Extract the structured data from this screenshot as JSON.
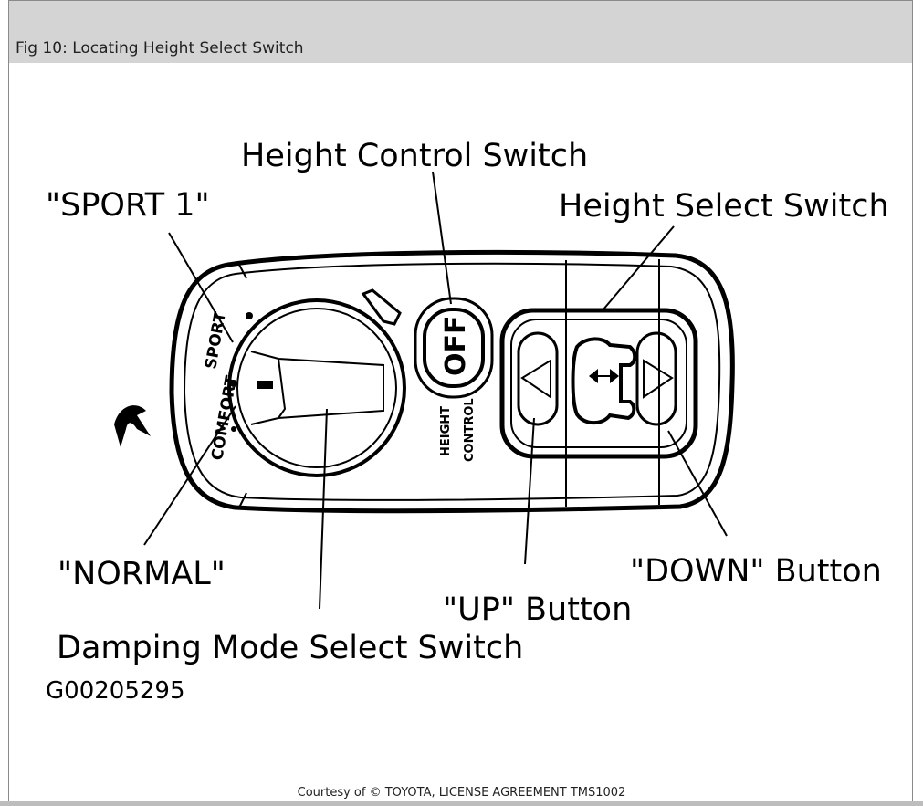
{
  "figure": {
    "title": "Fig 10: Locating Height Select Switch",
    "code": "G00205295",
    "courtesy": "Courtesy of © TOYOTA, LICENSE AGREEMENT TMS1002"
  },
  "callouts": {
    "height_control_switch": "Height Control Switch",
    "sport1": "\"SPORT 1\"",
    "height_select_switch": "Height Select Switch",
    "normal": "\"NORMAL\"",
    "damping_mode_select_switch": "Damping Mode Select Switch",
    "up_button": "\"UP\" Button",
    "down_button": "\"DOWN\" Button"
  },
  "panel_text": {
    "off": "OFF",
    "height": "HEIGHT",
    "control": "CONTROL",
    "sport": "SPORT",
    "comfort": "COMFORT"
  }
}
